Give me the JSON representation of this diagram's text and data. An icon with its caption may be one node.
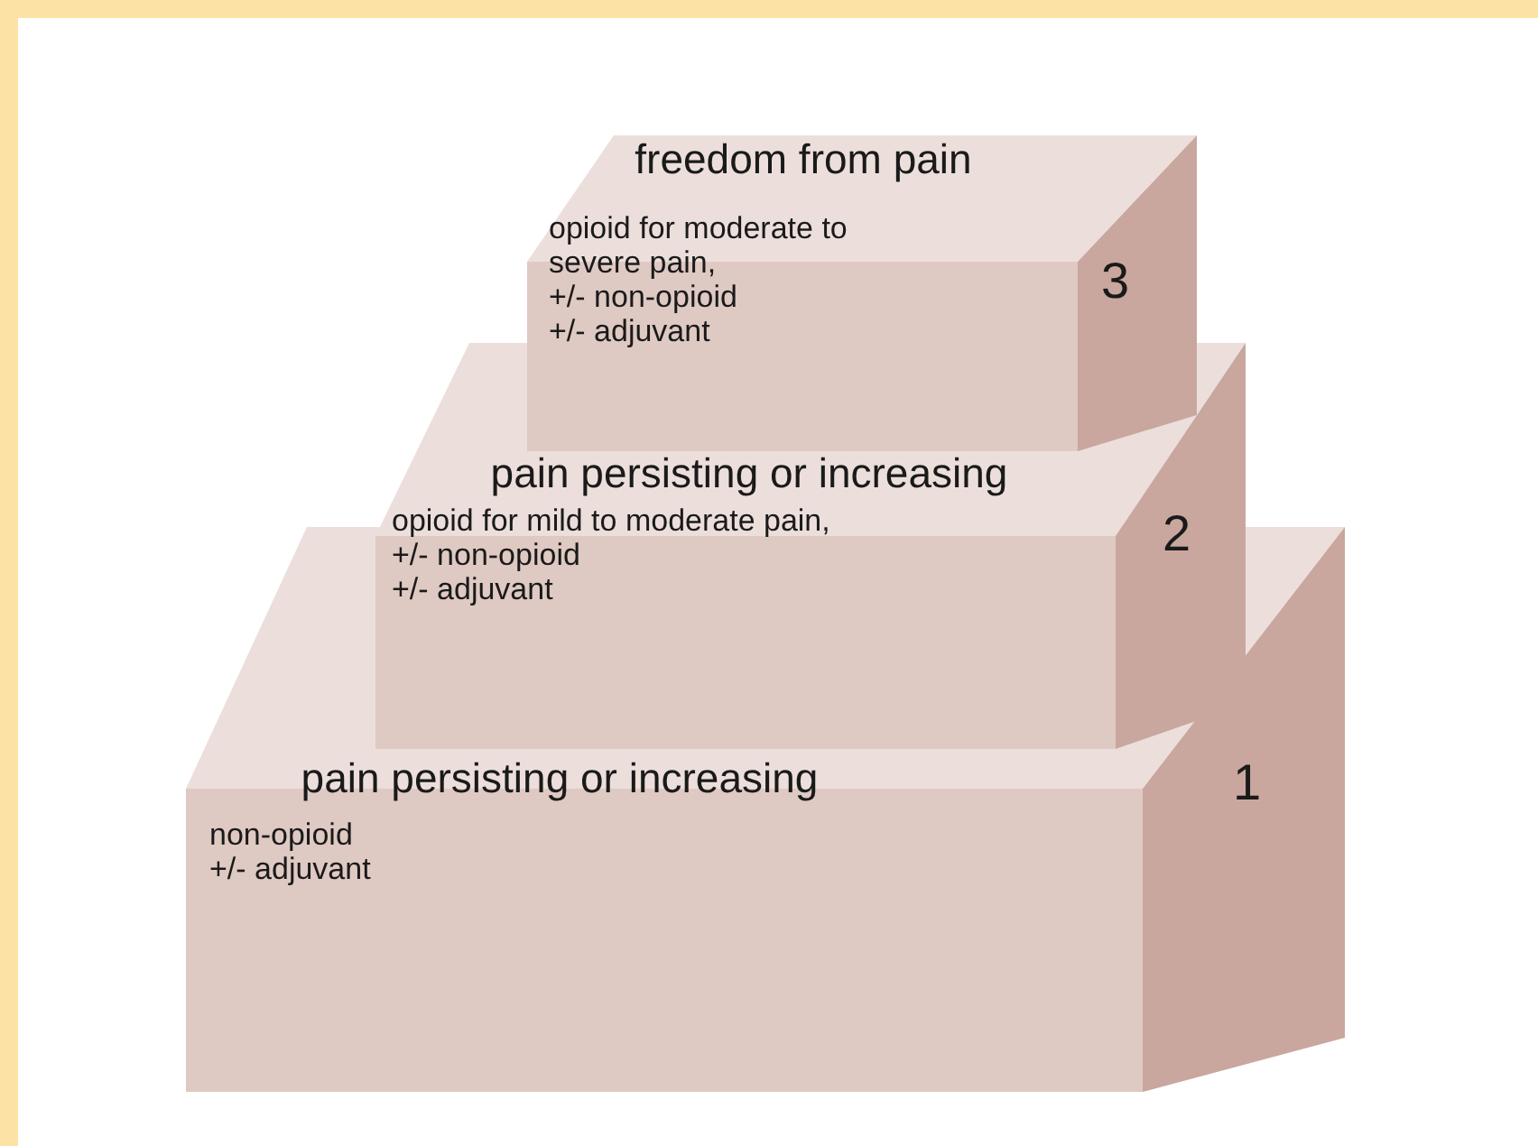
{
  "diagram": {
    "nodes": [
      {
        "text": [
          "freedom from pain",
          "opioid for moderate to severe pain,",
          "+/- non-opioid",
          "+/- adjuvant",
          "3"
        ]
      },
      {
        "text": [
          "pain persisting or increasing",
          "opioid for mild to moderate pain,",
          "+/- non-opioid",
          "+/- adjuvant",
          "2"
        ]
      },
      {
        "text": [
          "pain persisting or increasing",
          "non-opioid",
          "+/- adjuvant",
          "1"
        ]
      }
    ]
  }
}
